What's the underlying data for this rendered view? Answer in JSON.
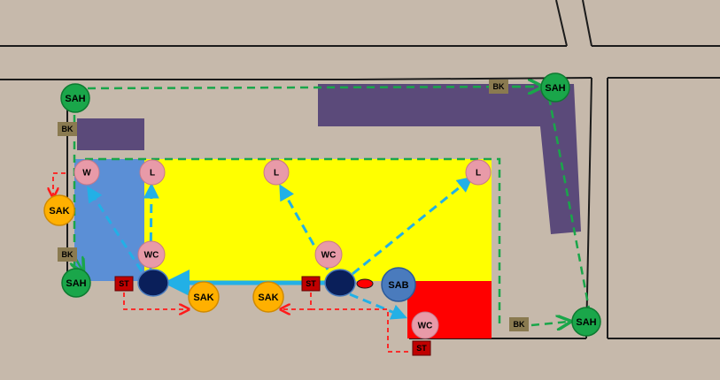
{
  "colors": {
    "background": "#c6b9ab",
    "road": "#1b1b1b",
    "building_purple": "#5b4a7a",
    "zone_yellow": "#ffff00",
    "zone_blue": "#5b8fd6",
    "zone_red": "#ff0000",
    "boundary_green": "#1aa64a",
    "flow_cyan": "#22b0e6",
    "sewer_red": "#ff1a1a",
    "sah_fill": "#1aa64a",
    "sak_fill": "#ffb000",
    "l_fill": "#e89aa8",
    "sab_fill": "#4a7bbd",
    "manhole_fill": "#0a1f5a",
    "bk_fill": "#8a7a50",
    "st_fill": "#c00000"
  },
  "labels": {
    "sah": "SAH",
    "sak": "SAK",
    "sab": "SAB",
    "bk": "BK",
    "st": "ST",
    "wc": "WC",
    "l": "L",
    "w": "W"
  }
}
